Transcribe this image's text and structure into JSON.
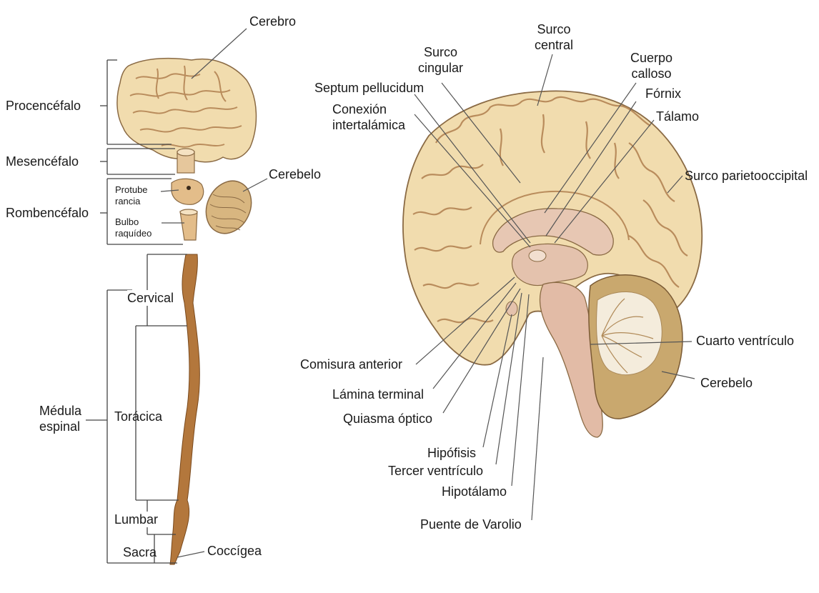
{
  "colors": {
    "brain_fill": "#f1dcae",
    "brain_gyri": "#b98c5c",
    "inner_fill": "#e7c7b3",
    "cerebellum_fill": "#c9a86e",
    "spinal_cord": "#b3773c",
    "leader_line": "#555555",
    "bracket_line": "#444444"
  },
  "left_panel": {
    "labels": {
      "cerebro": "Cerebro",
      "procencefalo": "Procencéfalo",
      "mesencefalo": "Mesencéfalo",
      "cerebelo": "Cerebelo",
      "protuberancia_1": "Protube",
      "protuberancia_2": "rancia",
      "rombencefalo": "Rombencéfalo",
      "bulbo_1": "Bulbo",
      "bulbo_2": "raquídeo",
      "cervical": "Cervical",
      "medula_1": "Médula",
      "medula_2": "espinal",
      "toracica": "Torácica",
      "lumbar": "Lumbar",
      "sacra": "Sacra",
      "coccigea": "Coccígea"
    }
  },
  "right_panel": {
    "labels": {
      "surco_central_1": "Surco",
      "surco_central_2": "central",
      "surco_cingular_1": "Surco",
      "surco_cingular_2": "cingular",
      "cuerpo_calloso_1": "Cuerpo",
      "cuerpo_calloso_2": "calloso",
      "septum": "Septum pellucidum",
      "fornix": "Fórnix",
      "conexion_1": "Conexión",
      "conexion_2": "intertalámica",
      "talamo": "Tálamo",
      "surco_parieto": "Surco parietooccipital",
      "cuarto_ventriculo": "Cuarto ventrículo",
      "comisura": "Comisura anterior",
      "cerebelo": "Cerebelo",
      "lamina": "Lámina terminal",
      "quiasma": "Quiasma óptico",
      "hipofisis": "Hipófisis",
      "tercer_ventriculo": "Tercer ventrículo",
      "hipotalamo": "Hipotálamo",
      "puente": "Puente de Varolio"
    }
  }
}
